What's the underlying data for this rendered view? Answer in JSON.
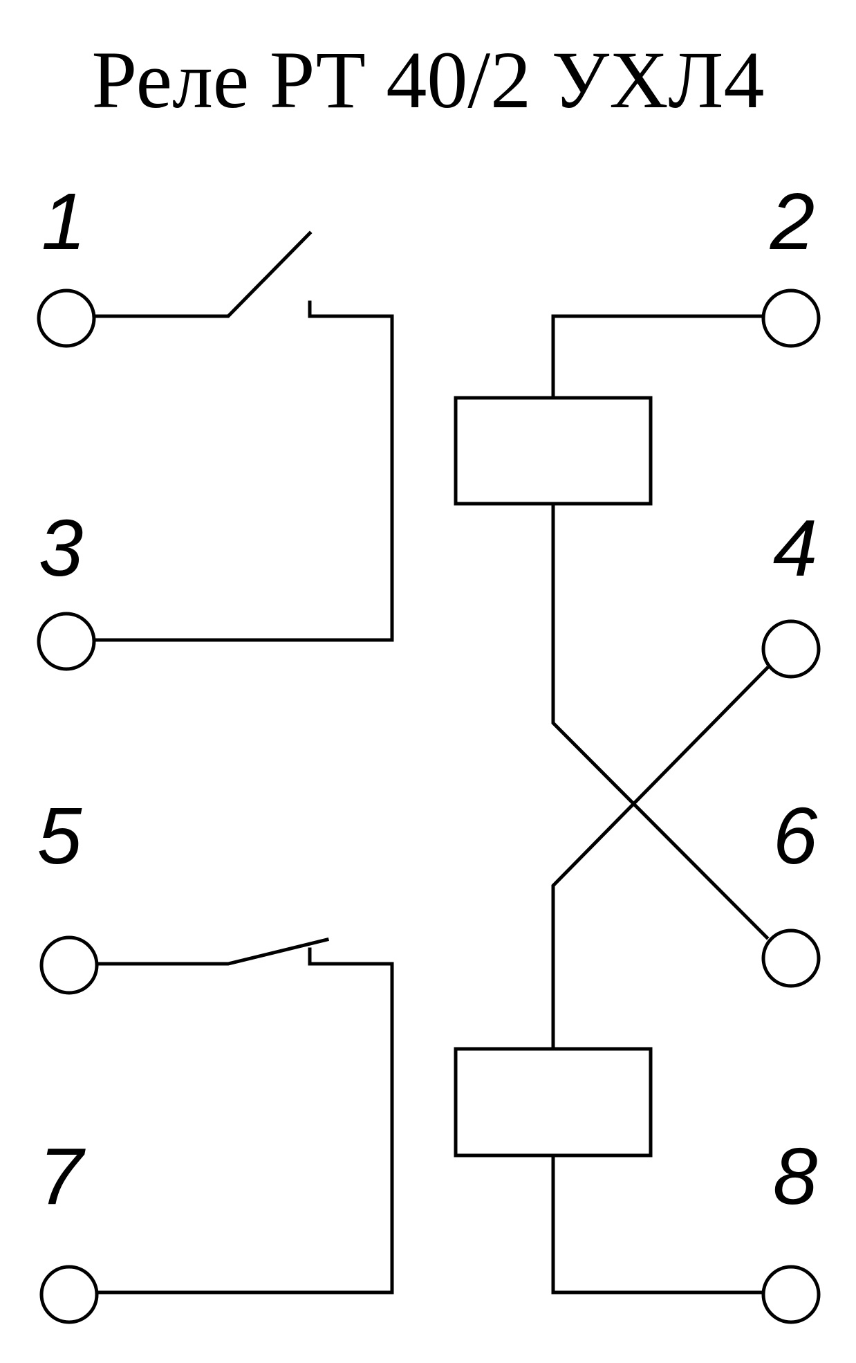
{
  "title": "Реле РТ 40/2 УХЛ4",
  "terminals": [
    {
      "id": "1",
      "label": "1"
    },
    {
      "id": "2",
      "label": "2"
    },
    {
      "id": "3",
      "label": "3"
    },
    {
      "id": "4",
      "label": "4"
    },
    {
      "id": "5",
      "label": "5"
    },
    {
      "id": "6",
      "label": "6"
    },
    {
      "id": "7",
      "label": "7"
    },
    {
      "id": "8",
      "label": "8"
    }
  ],
  "colors": {
    "line": "#000000",
    "background": "#ffffff"
  }
}
